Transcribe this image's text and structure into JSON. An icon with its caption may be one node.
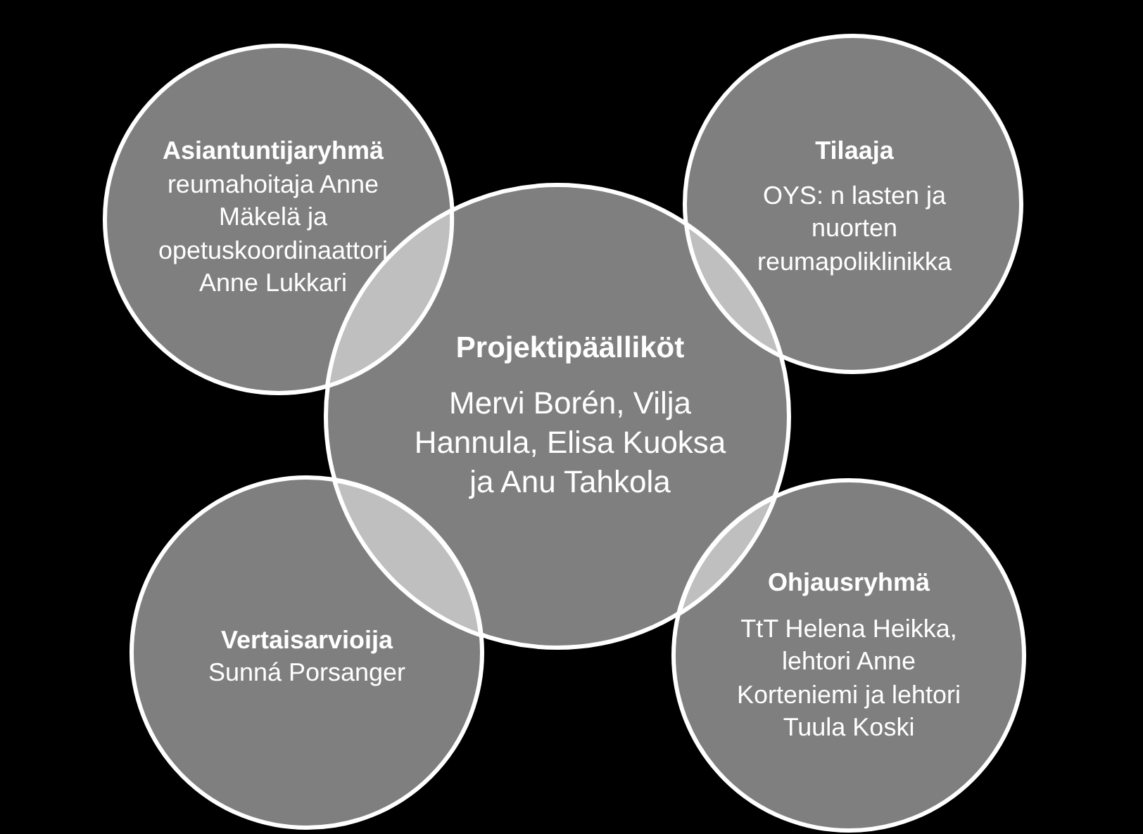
{
  "diagram": {
    "nodes": [
      {
        "text": [
          "Asiantuntijaryhmä",
          "reumahoitaja Anne Mäkelä ja opetuskoordinaattori Anne Lukkari"
        ]
      },
      {
        "text": [
          "Tilaaja",
          "OYS: n lasten ja nuorten reumapoliklinikka"
        ]
      },
      {
        "text": [
          "Projektipäälliköt",
          "Mervi Borén, Vilja Hannula, Elisa Kuoksa ja Anu Tahkola"
        ]
      },
      {
        "text": [
          "Vertaisarvioija",
          "Sunná Porsanger"
        ]
      },
      {
        "text": [
          "Ohjausryhmä",
          "TtT Helena Heikka, lehtori Anne Korteniemi ja lehtori Tuula Koski"
        ]
      },
      {
        "text": [],
        "shape": "lens"
      },
      {
        "text": [],
        "shape": "lens"
      },
      {
        "text": [],
        "shape": "lens"
      },
      {
        "text": [],
        "shape": "lens"
      }
    ]
  }
}
